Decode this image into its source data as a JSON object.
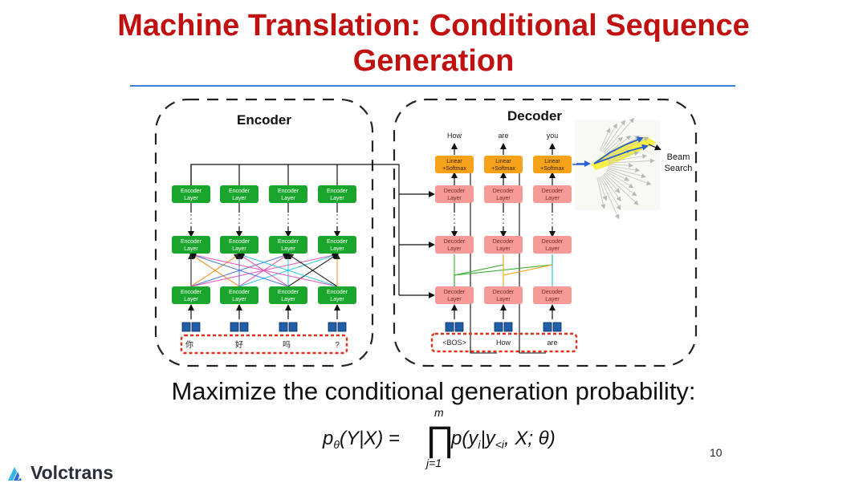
{
  "slide": {
    "title_line1": "Machine Translation: Conditional Sequence",
    "title_line2": "Generation",
    "caption": "Maximize the conditional generation probability:",
    "page_number": "10",
    "brand": "Volctrans"
  },
  "formula": {
    "lhs": "pθ(Y|X) =",
    "product_symbol": "∏",
    "upper": "m",
    "lower": "j=1",
    "rhs": "p(yi|y<i, X; θ)"
  },
  "encoder": {
    "title": "Encoder",
    "layer_label_line1": "Encoder",
    "layer_label_line2": "Layer",
    "inputs": [
      "你",
      "好",
      "吗",
      "?"
    ],
    "colors": {
      "layer_fill": "#1aa52c",
      "layer_text": "#ffffff"
    }
  },
  "decoder": {
    "title": "Decoder",
    "layer_label_line1": "Decoder",
    "layer_label_line2": "Layer",
    "linear_line1": "Linear",
    "linear_line2": "+Softmax",
    "outputs": [
      "How",
      "are",
      "you"
    ],
    "inputs": [
      "<BOS>",
      "How",
      "are"
    ],
    "beam_search_line1": "Beam",
    "beam_search_line2": "Search",
    "colors": {
      "layer_fill": "#f59a96",
      "linear_fill": "#f6a21a",
      "highlight": "#f5ee3a"
    }
  },
  "colors": {
    "title": "#c0100f",
    "rule": "#3b7fd6",
    "input_box_dash": "#e03020",
    "embedding": "#1e5fa8",
    "attention_lines": [
      "#111111",
      "#f08a1a",
      "#3f6fd8",
      "#e14fb5",
      "#20c6d6"
    ]
  }
}
